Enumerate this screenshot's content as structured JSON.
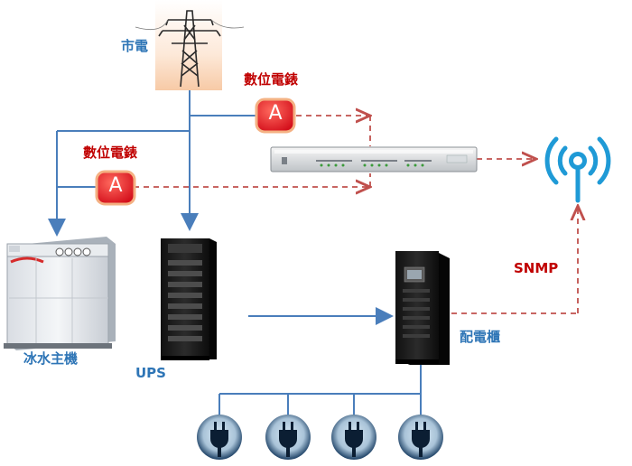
{
  "labels": {
    "grid": "市電",
    "meter_top": "數位電錶",
    "meter_left": "數位電錶",
    "chiller": "冰水主機",
    "ups": "UPS",
    "pdu": "配電櫃",
    "snmp": "SNMP"
  },
  "meter_symbol": "A",
  "colors": {
    "power_line": "#4a7ebb",
    "data_line": "#c0504d",
    "label_blue": "#2e75b6",
    "label_red": "#c00000",
    "meter_fill": "#e8202a",
    "meter_border": "#f4b183",
    "wireless_icon": "#1f9ad6"
  },
  "icons": [
    "transmission-tower-icon",
    "ammeter-icon",
    "data-logger-icon",
    "wireless-antenna-icon",
    "chiller-icon",
    "ups-cabinet-icon",
    "pdu-cabinet-icon",
    "power-plug-icon"
  ]
}
